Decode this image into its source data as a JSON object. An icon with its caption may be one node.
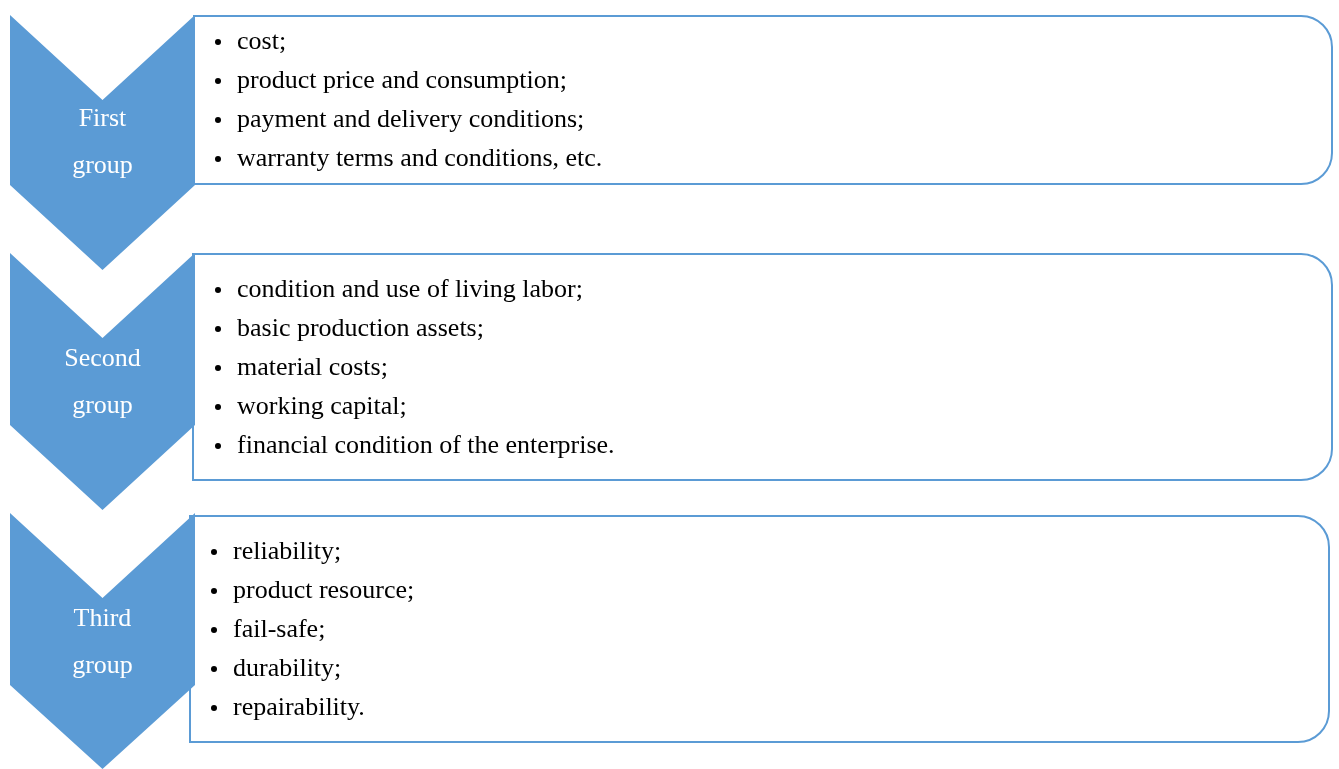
{
  "diagram": {
    "nodes": [
      {
        "text": [
          "First group"
        ]
      },
      {
        "text": [
          "cost;",
          "product price and consumption;",
          "payment and delivery conditions;",
          "warranty terms and conditions, etc."
        ]
      },
      {
        "text": [
          "Second group"
        ]
      },
      {
        "text": [
          "condition and use of living labor;",
          "basic production assets;",
          "material costs;",
          "working capital;",
          "financial condition of the enterprise."
        ]
      },
      {
        "text": [
          "Third group"
        ]
      },
      {
        "text": [
          "reliability;",
          "product resource;",
          "fail-safe;",
          "durability;",
          "repairability."
        ]
      }
    ]
  }
}
